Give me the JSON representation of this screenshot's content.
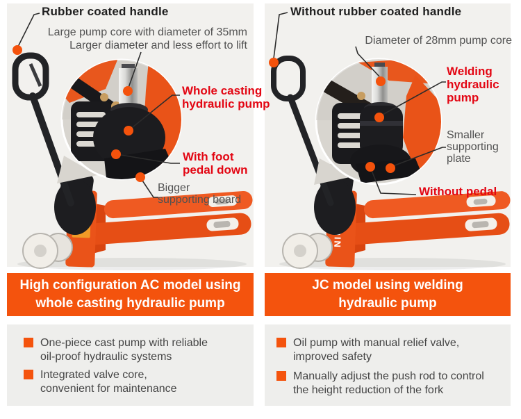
{
  "brand": "NIULI",
  "colors": {
    "accent_orange": "#f4530d",
    "label_red": "#e30613",
    "marker_orange": "#f4520c",
    "panel_gray": "#eeeeec",
    "photo_gray": "#f2f1ee",
    "truck_orange": "#ea5319"
  },
  "left": {
    "top_title": "Rubber coated handle",
    "top_sub": [
      "Large pump core with diameter of 35mm",
      "Larger diameter and less effort to lift"
    ],
    "labels": {
      "pump": [
        "Whole casting",
        "hydraulic pump"
      ],
      "pedal": [
        "With foot",
        "pedal down"
      ],
      "board": [
        "Bigger",
        "supporting board"
      ]
    },
    "banner": [
      "High configuration AC model using",
      "whole casting hydraulic pump"
    ],
    "features": [
      [
        "One-piece cast pump with reliable",
        "oil-proof hydraulic systems"
      ],
      [
        "Integrated valve core,",
        "convenient for maintenance"
      ]
    ]
  },
  "right": {
    "top_title": "Without rubber coated handle",
    "top_sub": [
      "Diameter of 28mm pump core"
    ],
    "labels": {
      "pump": [
        "Welding",
        "hydraulic",
        "pump"
      ],
      "plate": [
        "Smaller",
        "supporting",
        "plate"
      ],
      "pedal": [
        "Without pedal"
      ]
    },
    "banner": [
      "JC model using welding",
      "hydraulic pump"
    ],
    "features": [
      [
        "Oil pump with manual relief valve,",
        "improved safety"
      ],
      [
        "Manually adjust the push rod to control",
        "the height reduction of the fork"
      ]
    ]
  }
}
